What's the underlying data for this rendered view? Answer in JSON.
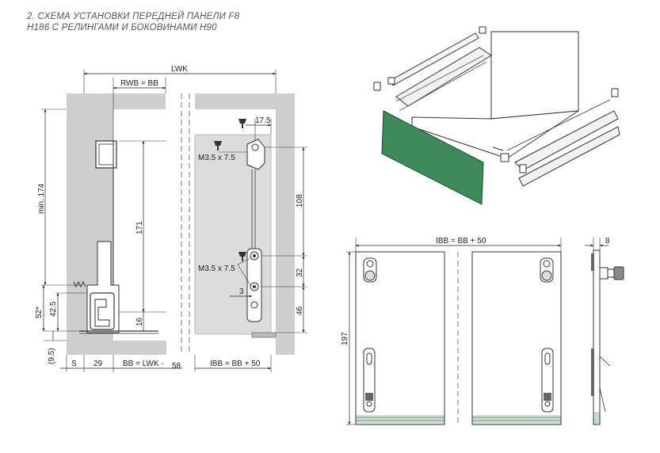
{
  "title": {
    "line1": "2. СХЕМА УСТАНОВКИ ПЕРЕДНЕЙ ПАНЕЛИ F8",
    "line2": "H186 С РЕЛИНГАМИ И БОКОВИНАМИ  H90"
  },
  "section_view": {
    "lwk": "LWK",
    "rwb": "RWB = BB",
    "min174": "min. 174",
    "d171": "171",
    "d52": "52*",
    "d42_5": "42.5",
    "d16": "16",
    "d9_5": "(9.5)",
    "s": "S",
    "d29": "29",
    "bb_lwk": "BB = LWK -",
    "d58": "58"
  },
  "front_view": {
    "d17_5": "17.5",
    "m35_top": "M3.5 x 7.5",
    "m35_mid": "M3.5 x 7.5",
    "d108": "108",
    "d32": "32",
    "d3": "3",
    "d46": "46",
    "ibb": "IBB = BB + 50"
  },
  "panel_view": {
    "ibb": "IBB = BB + 50",
    "d197": "197",
    "d8": "8"
  },
  "colors": {
    "panel_green": "#3d8a5a",
    "wall_gray": "#cfcfcf",
    "line": "#333333"
  }
}
